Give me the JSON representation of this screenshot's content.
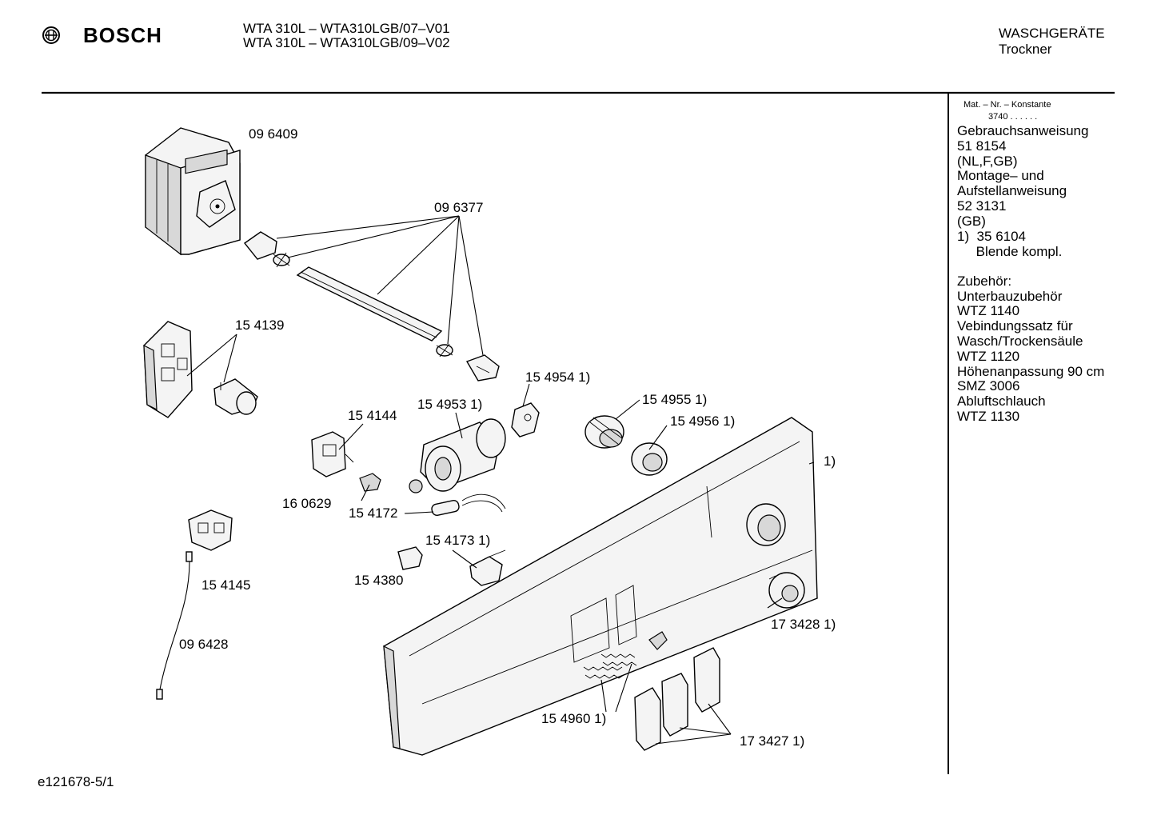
{
  "header": {
    "brand": "BOSCH",
    "model_line_1": "WTA 310L – WTA310LGB/07–V01",
    "model_line_2": "WTA 310L – WTA310LGB/09–V02",
    "category": "WASCHGERÄTE",
    "subcategory": "Trockner"
  },
  "sidebar": {
    "mat_title": "Mat. – Nr. – Konstante",
    "mat_value": "3740 . . . . . .",
    "lines": [
      "Gebrauchsanweisung",
      "51 8154",
      "(NL,F,GB)",
      "Montage– und",
      "Aufstellanweisung",
      "52 3131",
      "(GB)",
      "1)  35 6104",
      "     Blende kompl.",
      "",
      "Zubehör:",
      "Unterbauzubehör",
      "WTZ 1140",
      "Vebindungssatz für",
      "Wasch/Trockensäule",
      "WTZ 1120",
      "Höhenanpassung 90 cm",
      "SMZ 3006",
      "Abluftschlauch",
      "WTZ 1130"
    ]
  },
  "parts": {
    "p096409": "09 6409",
    "p096377": "09 6377",
    "p154139": "15 4139",
    "p1549541": "15 4954 1)",
    "p1549531": "15 4953 1)",
    "p154144": "15 4144",
    "p1549551": "15 4955 1)",
    "p1549561": "15 4956 1)",
    "panel1": "1)",
    "p160629": "16 0629",
    "p154172": "15 4172",
    "p1541731": "15 4173 1)",
    "p154145": "15 4145",
    "p154380": "15 4380",
    "p1734281": "17 3428 1)",
    "p096428": "09 6428",
    "p1549601": "15 4960 1)",
    "p1734271": "17 3427 1)"
  },
  "footer": {
    "code": "e121678-5/1"
  }
}
